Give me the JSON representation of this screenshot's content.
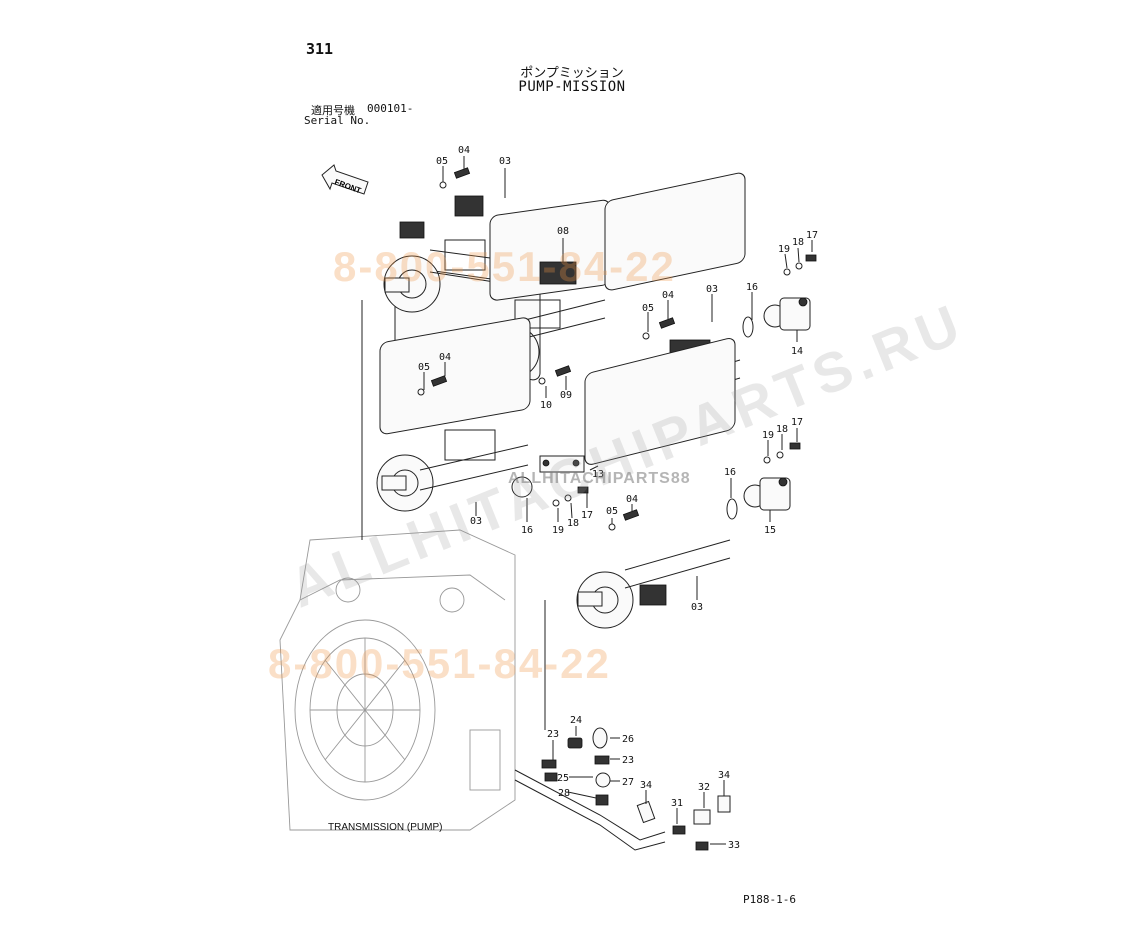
{
  "header": {
    "page_number": "311",
    "title_jp": "ポンプミッション",
    "title_en": "PUMP-MISSION",
    "serial_label_jp": "適用号機",
    "serial_value": "000101-",
    "serial_label_en": "Serial No."
  },
  "front_arrow_label": "FRONT",
  "transmission_label": "TRANSMISSION (PUMP)",
  "drawing_number": "P188-1-6",
  "watermarks": {
    "phone_top": "8-800-551-84-22",
    "phone_bottom": "8-800-551-84-22",
    "site": "ALLHITACHIPARTS.RU",
    "logo": "ALLHITACHIPARTS88"
  },
  "callouts": [
    {
      "id": "c-04-a",
      "text": "04"
    },
    {
      "id": "c-05-a",
      "text": "05"
    },
    {
      "id": "c-03-a",
      "text": "03"
    },
    {
      "id": "c-08",
      "text": "08"
    },
    {
      "id": "c-05-b",
      "text": "05"
    },
    {
      "id": "c-04-b",
      "text": "04"
    },
    {
      "id": "c-03-b",
      "text": "03"
    },
    {
      "id": "c-16-a",
      "text": "16"
    },
    {
      "id": "c-19-a",
      "text": "19"
    },
    {
      "id": "c-18-a",
      "text": "18"
    },
    {
      "id": "c-17-a",
      "text": "17"
    },
    {
      "id": "c-14",
      "text": "14"
    },
    {
      "id": "c-05-c",
      "text": "05"
    },
    {
      "id": "c-04-c",
      "text": "04"
    },
    {
      "id": "c-10",
      "text": "10"
    },
    {
      "id": "c-09",
      "text": "09"
    },
    {
      "id": "c-13",
      "text": "13"
    },
    {
      "id": "c-03-c",
      "text": "03"
    },
    {
      "id": "c-16-b",
      "text": "16"
    },
    {
      "id": "c-19-b",
      "text": "19"
    },
    {
      "id": "c-18-b",
      "text": "18"
    },
    {
      "id": "c-17-b",
      "text": "17"
    },
    {
      "id": "c-19-c",
      "text": "19"
    },
    {
      "id": "c-18-c",
      "text": "18"
    },
    {
      "id": "c-17-c",
      "text": "17"
    },
    {
      "id": "c-16-c",
      "text": "16"
    },
    {
      "id": "c-15",
      "text": "15"
    },
    {
      "id": "c-05-d",
      "text": "05"
    },
    {
      "id": "c-04-d",
      "text": "04"
    },
    {
      "id": "c-03-d",
      "text": "03"
    },
    {
      "id": "c-24",
      "text": "24"
    },
    {
      "id": "c-26",
      "text": "26"
    },
    {
      "id": "c-23-a",
      "text": "23"
    },
    {
      "id": "c-23-b",
      "text": "23"
    },
    {
      "id": "c-25",
      "text": "25"
    },
    {
      "id": "c-27",
      "text": "27"
    },
    {
      "id": "c-28",
      "text": "28"
    },
    {
      "id": "c-34-a",
      "text": "34"
    },
    {
      "id": "c-34-b",
      "text": "34"
    },
    {
      "id": "c-31",
      "text": "31"
    },
    {
      "id": "c-32",
      "text": "32"
    },
    {
      "id": "c-33",
      "text": "33"
    }
  ]
}
